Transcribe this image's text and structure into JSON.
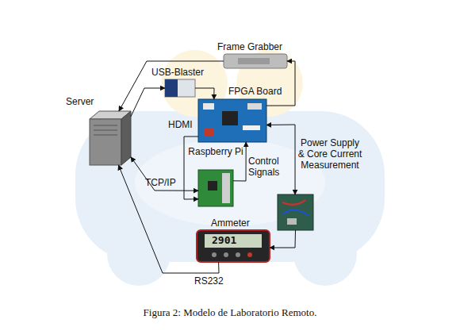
{
  "diagram": {
    "caption": "Figura 2: Modelo de Laboratorio Remoto.",
    "nodes": [
      {
        "text": [
          "Frame Grabber"
        ]
      },
      {
        "text": [
          "USB-Blaster"
        ]
      },
      {
        "text": [
          "Server"
        ]
      },
      {
        "text": [
          "FPGA Board"
        ]
      },
      {
        "text": [
          "Raspberry Pi"
        ]
      },
      {
        "text": [
          "Power Supply & Core Current Measurement"
        ]
      },
      {
        "text": [
          "Ammeter"
        ]
      }
    ],
    "edges": [
      {
        "from": 3,
        "to": 0,
        "arrow": "to"
      },
      {
        "from": 0,
        "to": 2,
        "arrow": "to"
      },
      {
        "from": 2,
        "to": 1,
        "arrow": "to"
      },
      {
        "from": 1,
        "to": 3,
        "arrow": "to"
      },
      {
        "from": 2,
        "to": 4,
        "label": "TCP/IP",
        "arrow": "both"
      },
      {
        "from": 3,
        "to": 4,
        "label": "HDMI",
        "arrow": "to"
      },
      {
        "from": 4,
        "to": 3,
        "label": "Control Signals",
        "arrow": "to"
      },
      {
        "from": 3,
        "to": 5,
        "arrow": "both"
      },
      {
        "from": 5,
        "to": 6,
        "arrow": "to"
      },
      {
        "from": 6,
        "to": 2,
        "label": "RS232",
        "arrow": "to"
      }
    ],
    "labels": [
      "2901"
    ]
  }
}
